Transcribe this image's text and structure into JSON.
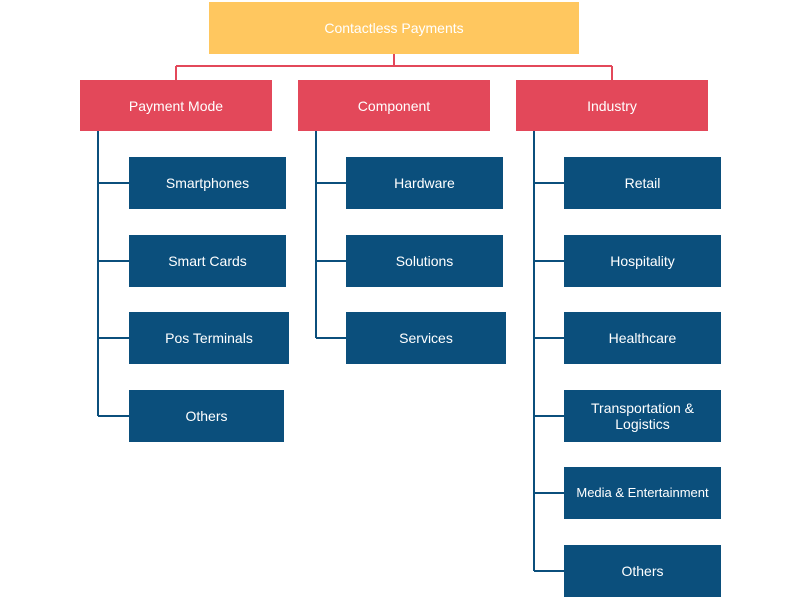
{
  "colors": {
    "root": "#ffc75f",
    "category": "#e3485a",
    "leaf": "#0b4f7c",
    "root_connector": "#e3485a",
    "leaf_connector": "#0b4f7c"
  },
  "root": {
    "label": "Contactless Payments"
  },
  "categories": [
    {
      "label": "Payment Mode",
      "items": [
        "Smartphones",
        "Smart Cards",
        "Pos Terminals",
        "Others"
      ]
    },
    {
      "label": "Component",
      "items": [
        "Hardware",
        "Solutions",
        "Services"
      ]
    },
    {
      "label": "Industry",
      "items": [
        "Retail",
        "Hospitality",
        "Healthcare",
        "Transportation & Logistics",
        "Media & Entertainment",
        "Others"
      ]
    }
  ]
}
